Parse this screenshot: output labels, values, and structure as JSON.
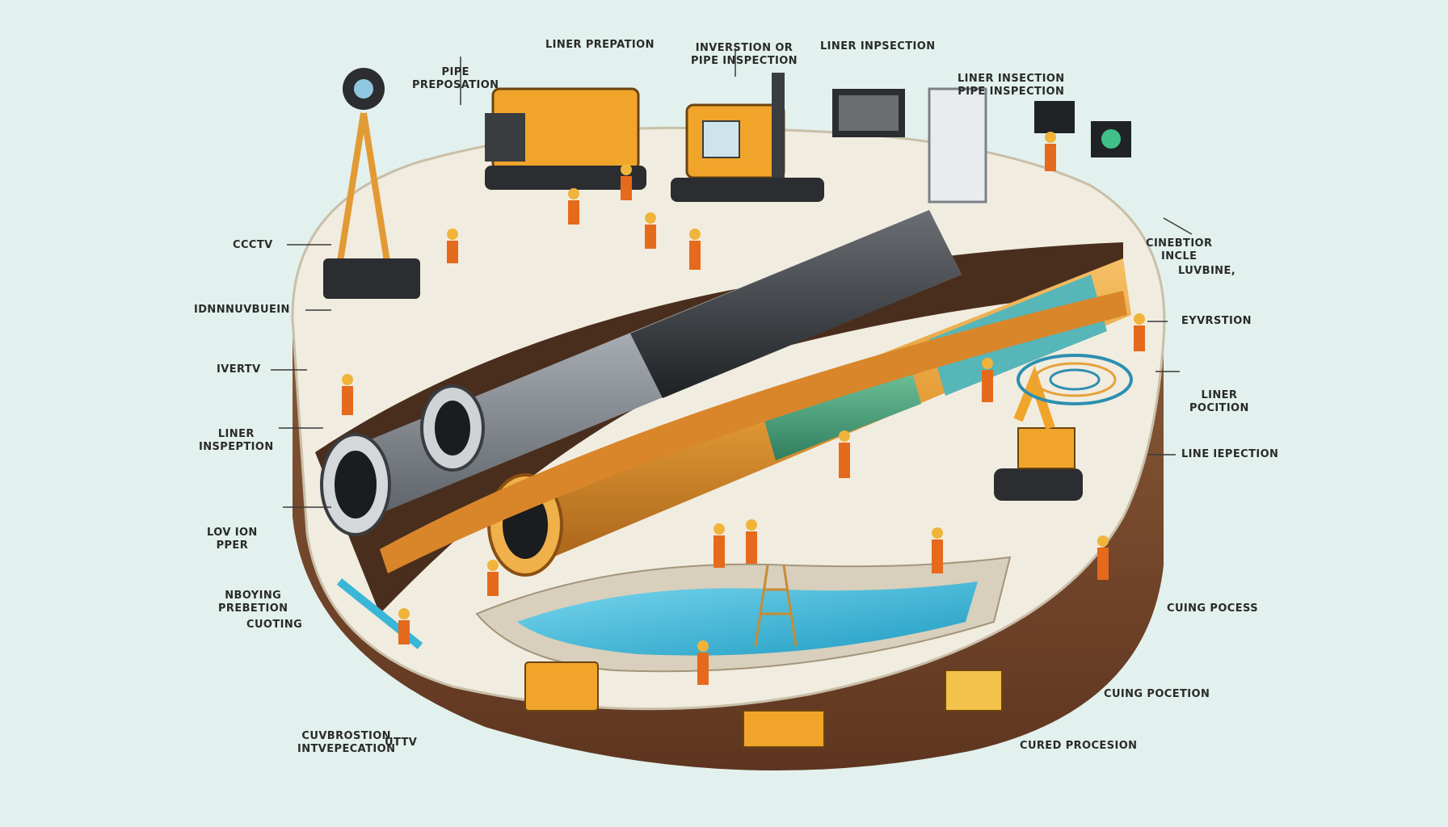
{
  "labels": {
    "pipe_preparation": [
      "PIPE",
      "PREPOSATION"
    ],
    "liner_prepation": "LINER PREPATION",
    "inversion_pipe_inspection": [
      "INVERSTION OR",
      "PIPE INSPECTION"
    ],
    "liner_inpsection": "LINER INPSECTION",
    "liner_insection_pipe": [
      "LINER INSECTION",
      "PIPE INSPECTION"
    ],
    "cctv": "CCCTV",
    "idnnnuvbuein": "IDNNNUVBUEIN",
    "ivertv": "IVERTV",
    "liner_inspection_left": [
      "LINER",
      "INSPEPTION"
    ],
    "lov_ion_pper": [
      "LOV ION",
      "PPER"
    ],
    "nboying_prebetion": [
      "NBOYING",
      "PREBETION"
    ],
    "cuoting": "CUOTING",
    "cuvbrostion": [
      "CUVBROSTION",
      "INTVEPECATION"
    ],
    "utty": "UTTV",
    "cinebtior_incle": [
      "CINEBTIOR",
      "INCLE"
    ],
    "luvbine": "LUVBINE,",
    "eyvrstion": "EYVRSTION",
    "liner_pocition": [
      "LINER",
      "POCITION"
    ],
    "line_iepection": "LINE IEPECTION",
    "cuing_pocess": "CUING POCESS",
    "cuing_pocetion": "CUING POCETION",
    "cured_procesion": "CURED PROCESION"
  },
  "colors": {
    "background": "#e2f1ed",
    "ground_top": "#f1ece0",
    "soil": "#7a4a2e",
    "liner_orange": "#e29a34",
    "pipe_grey": "#9aa0a6",
    "liner_green": "#3f9f7a",
    "water_blue": "#39b6d8",
    "worker_orange": "#e56a1c",
    "machine_yellow": "#f0a52a"
  }
}
